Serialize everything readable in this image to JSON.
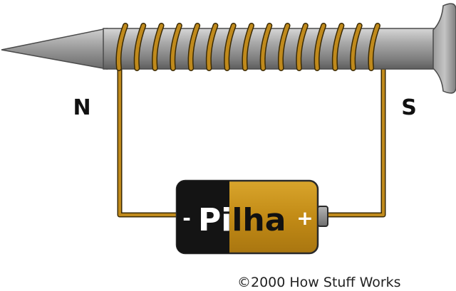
{
  "labels": {
    "north": "N",
    "south": "S"
  },
  "battery": {
    "label_left": "Pi",
    "label_right": "lha",
    "negative": "-",
    "positive": "+"
  },
  "credit": "©2000 How Stuff Works",
  "colors": {
    "nail": "#8e8e8e",
    "wire": "#c08a1c",
    "battery_body": "#c28b16",
    "battery_negative_end": "#141414"
  }
}
